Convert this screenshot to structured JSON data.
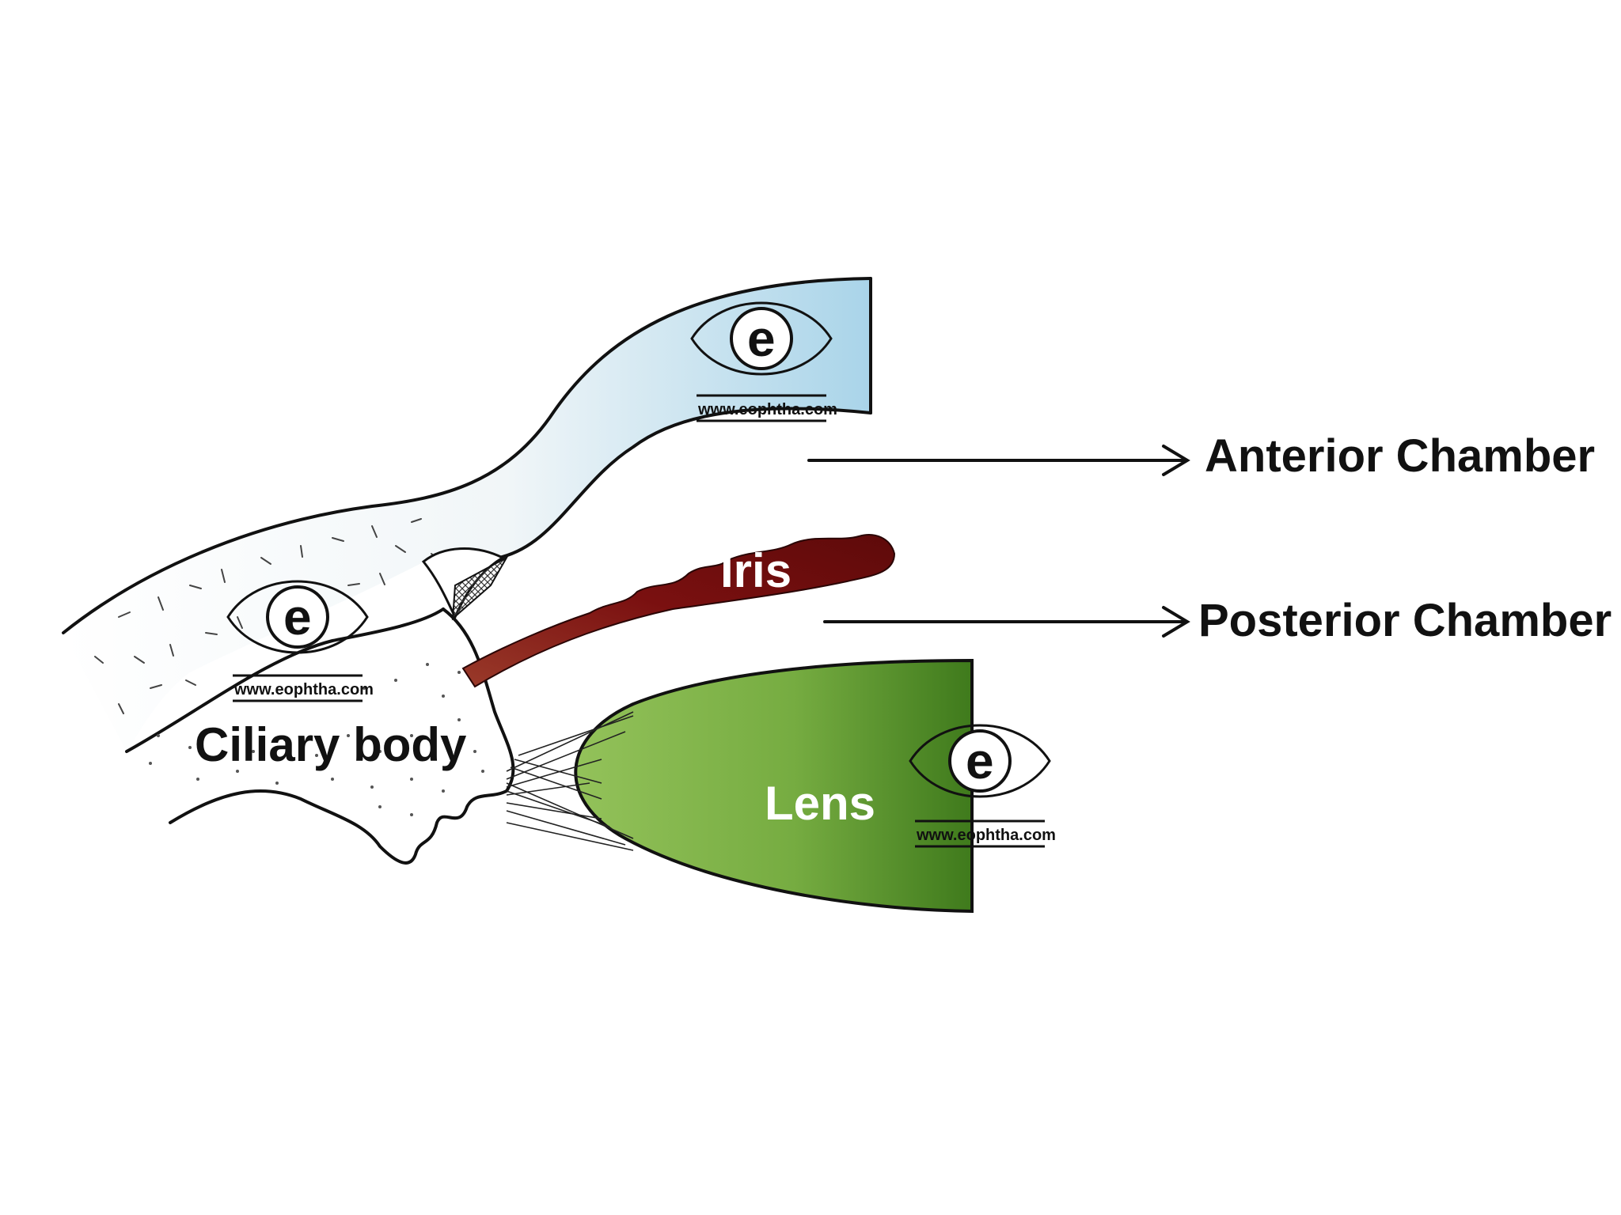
{
  "labels": {
    "anterior_chamber": "Anterior Chamber",
    "posterior_chamber": "Posterior Chamber",
    "iris": "Iris",
    "ciliary_body": "Ciliary body",
    "lens": "Lens"
  },
  "watermark": {
    "letter": "e",
    "url": "www.eophtha.com"
  },
  "colors": {
    "cornea_light": "#ffffff",
    "cornea_blue": "#a9d4e9",
    "iris": "#7a1010",
    "iris_dark": "#5e0a0a",
    "lens_light": "#8fbf55",
    "lens_dark": "#3f7a1c",
    "outline": "#111111"
  }
}
